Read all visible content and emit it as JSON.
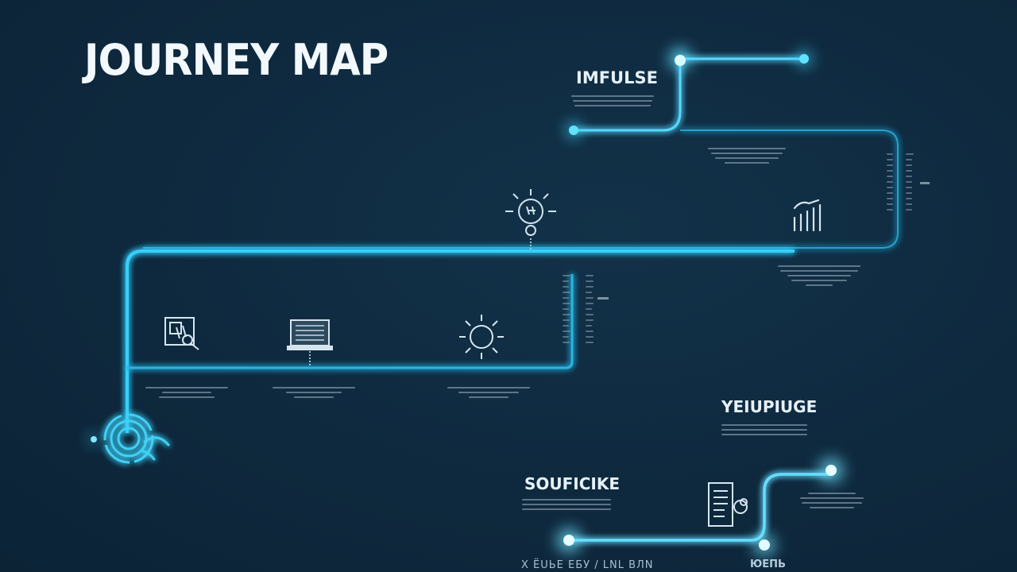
{
  "title": "JOURNEY MAP",
  "colors": {
    "background": "#0f2a40",
    "accent": "#33c8f0",
    "glow": "#7fe6ff",
    "text": "#e8f4fb"
  },
  "stages": [
    {
      "label": "IMFULSE",
      "icon": "none"
    },
    {
      "label": "YEIUPIUGE",
      "icon": "none"
    },
    {
      "label": "SOUFICIKE",
      "icon": "none"
    }
  ],
  "icons": [
    {
      "name": "lightbulb-icon"
    },
    {
      "name": "growth-chart-icon"
    },
    {
      "name": "search-document-icon"
    },
    {
      "name": "laptop-icon"
    },
    {
      "name": "sun-icon"
    },
    {
      "name": "target-circle-icon"
    },
    {
      "name": "checklist-icon"
    }
  ],
  "footer_fragments": [
    "X ЁUЬЕ ЕБУ / LNL  BЛN",
    "ЮЕПЬ"
  ]
}
